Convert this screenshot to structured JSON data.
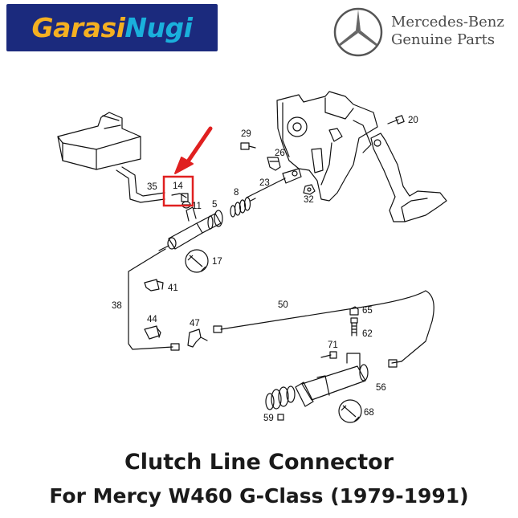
{
  "brand": {
    "part1": "Garasi",
    "part2": "Nugi",
    "colors": {
      "badge": "#1b2a7d",
      "primary": "#f5b021",
      "accent": "#1ab0dc"
    }
  },
  "maker": {
    "line1": "Mercedes-Benz",
    "line2": "Genuine Parts",
    "icon": "three-pointed-star-icon"
  },
  "diagram": {
    "highlight_color": "#e02020",
    "labels": {
      "p20": "20",
      "p29": "29",
      "p26": "26",
      "p23": "23",
      "p32": "32",
      "p35": "35",
      "p14": "14",
      "p11": "11",
      "p5": "5",
      "p8": "8",
      "p17": "17",
      "p41": "41",
      "p38": "38",
      "p50": "50",
      "p65": "65",
      "p44": "44",
      "p47": "47",
      "p62": "62",
      "p71": "71",
      "p56": "56",
      "p59": "59",
      "p68": "68"
    }
  },
  "title": {
    "line1": "Clutch Line Connector",
    "line2": "For Mercy W460 G-Class (1979-1991)"
  }
}
